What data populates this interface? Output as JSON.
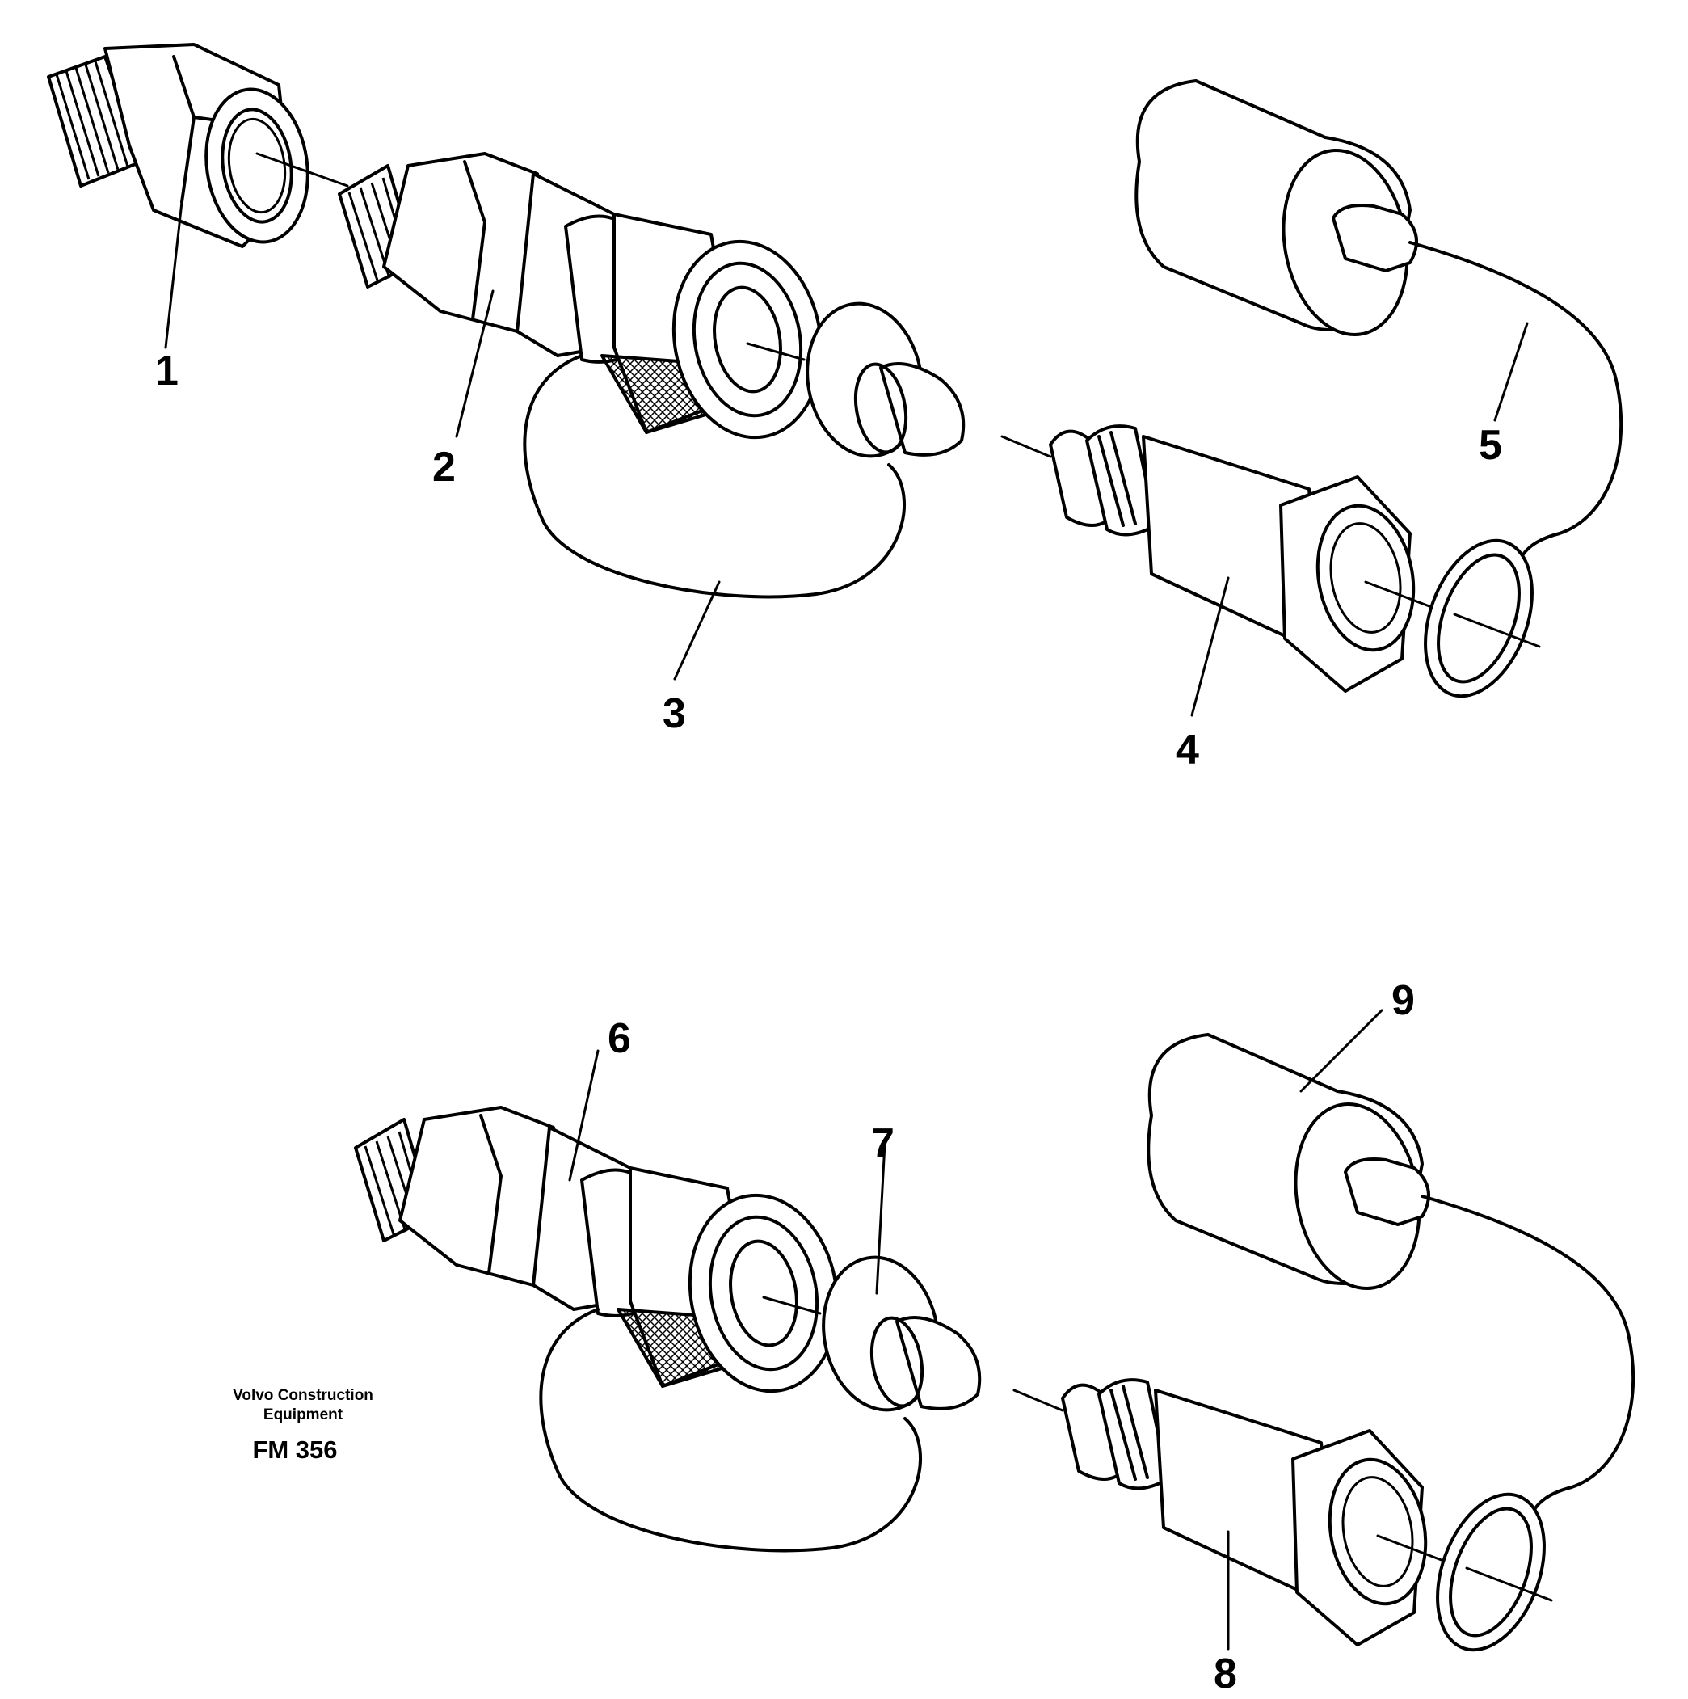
{
  "diagram": {
    "callouts": [
      "1",
      "2",
      "3",
      "4",
      "5",
      "6",
      "7",
      "8",
      "9"
    ],
    "credit_line1": "Volvo Construction",
    "credit_line2": "Equipment",
    "figure_id": "FM 356"
  },
  "colors": {
    "line": "#000000",
    "background": "#ffffff"
  }
}
